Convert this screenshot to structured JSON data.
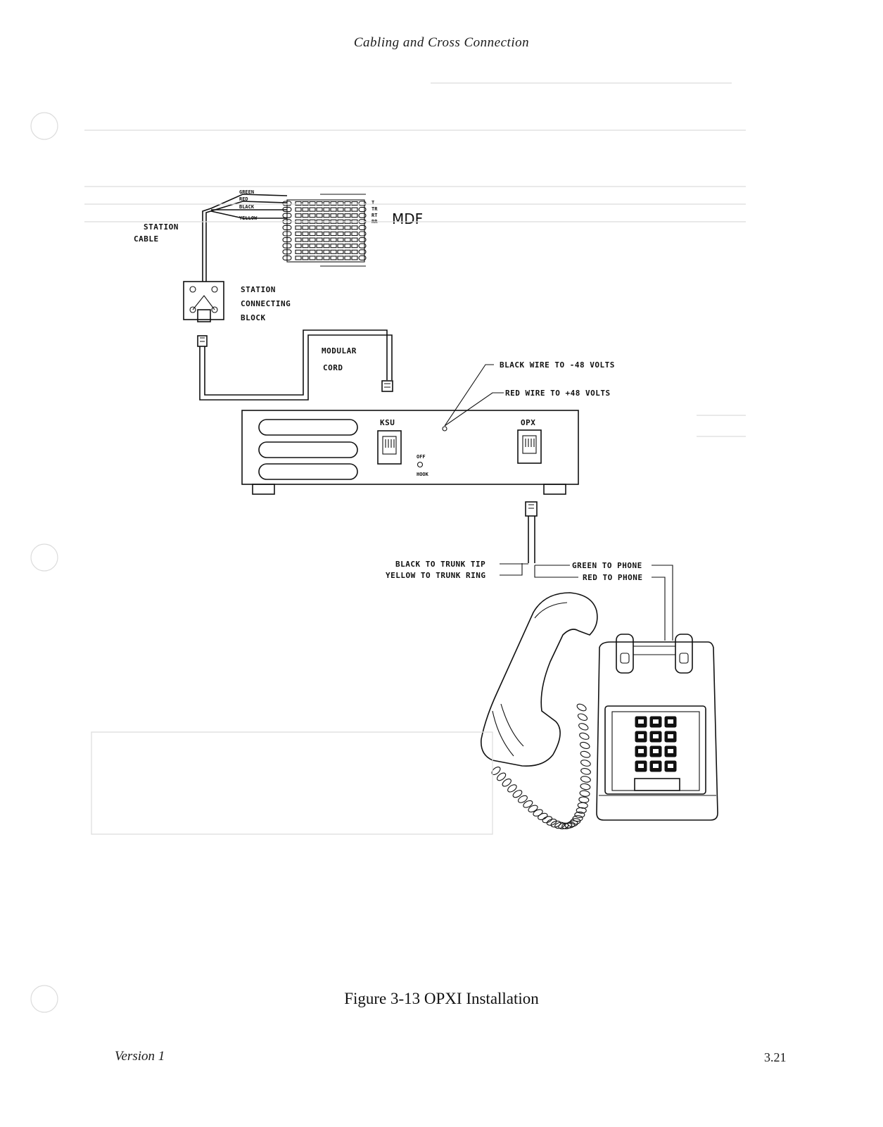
{
  "header": {
    "running_title": "Cabling and Cross Connection"
  },
  "diagram": {
    "mdf": {
      "label": "MDF",
      "wire_labels": [
        "GREEN",
        "RED",
        "BLACK",
        "YELLOW"
      ],
      "pin_labels": [
        "T",
        "TR",
        "RT",
        "RR"
      ]
    },
    "station_cable_label": [
      "STATION",
      "CABLE"
    ],
    "station_block_label": [
      "STATION",
      "CONNECTING",
      "BLOCK"
    ],
    "modular_cord_label": [
      "MODULAR",
      "CORD"
    ],
    "power": {
      "black_wire": "BLACK WIRE TO  -48 VOLTS",
      "red_wire": "RED WIRE TO  +48 VOLTS"
    },
    "unit": {
      "ksu_label": "KSU",
      "opx_label": "OPX",
      "offhook_label": [
        "OFF",
        "HOOK"
      ]
    },
    "trunk": {
      "black": "BLACK TO TRUNK TIP",
      "yellow": "YELLOW TO TRUNK RING",
      "green": "GREEN TO PHONE",
      "red": "RED TO PHONE"
    }
  },
  "caption": "Figure 3-13  OPXI Installation",
  "footer": {
    "version": "Version 1",
    "page_number": "3.21"
  }
}
